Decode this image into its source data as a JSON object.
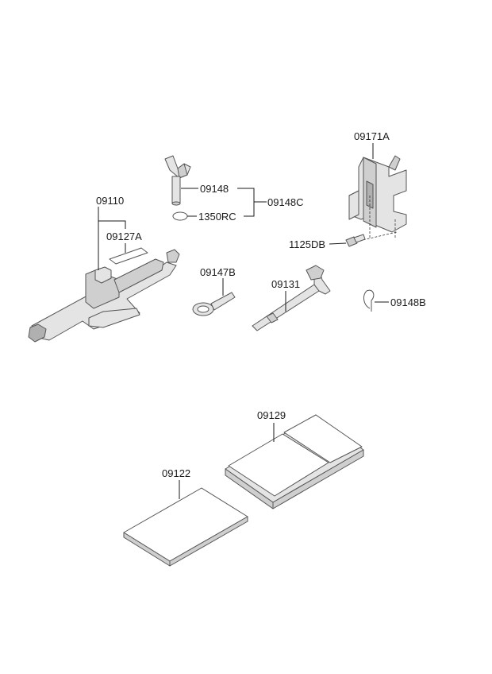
{
  "labels": {
    "bracket": "09171A",
    "wing_bolt": "09148",
    "wing_bolt_assy": "09148C",
    "o_ring": "1350RC",
    "jack": "09110",
    "jack_label": "09127A",
    "bolt": "1125DB",
    "tow_hook": "09147B",
    "wrench": "09131",
    "clip": "09148B",
    "tool_case_lid": "09129",
    "tool_tray": "09122"
  }
}
